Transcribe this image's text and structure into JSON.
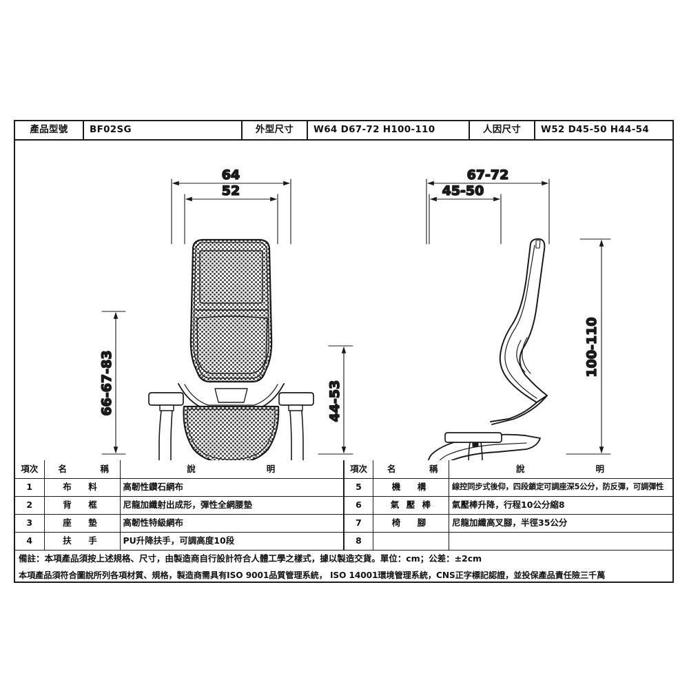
{
  "header": {
    "model_label": "產品型號",
    "model_value": "BF02SG",
    "exterior_label": "外型尺寸",
    "exterior_value": "W64 D67-72 H100-110",
    "ergonomic_label": "人因尺寸",
    "ergonomic_value": "W52 D45-50 H44-54"
  },
  "drawing": {
    "front_view": {
      "name": "front-view-chair",
      "dim_overall_width": "64",
      "dim_seat_width": "52",
      "dim_back_height": "66-67-83",
      "dim_seat_height": "44-53"
    },
    "side_view": {
      "name": "side-view-chair",
      "dim_overall_depth": "67-72",
      "dim_seat_depth": "45-50",
      "dim_total_height": "100-110"
    }
  },
  "spec_left": {
    "headers": {
      "index": "項次",
      "name": "名　稱",
      "desc": "說　　明"
    },
    "rows": [
      {
        "index": "1",
        "name": "布　料",
        "desc": "高韌性鑽石網布"
      },
      {
        "index": "2",
        "name": "背　框",
        "desc": "尼龍加纖射出成形，彈性全網腰墊"
      },
      {
        "index": "3",
        "name": "座　墊",
        "desc": "高韌性特級網布"
      },
      {
        "index": "4",
        "name": "扶　手",
        "desc": "PU升降扶手，可調高度10段"
      }
    ]
  },
  "spec_right": {
    "headers": {
      "index": "項次",
      "name": "名　稱",
      "desc": "說　　明"
    },
    "rows": [
      {
        "index": "5",
        "name": "機　構",
        "desc": "線控同步式後仰，四段鎖定可調座深5公分，防反彈，可調彈性"
      },
      {
        "index": "6",
        "name": "氣 壓 棒",
        "desc": "氣壓棒升降，行程10公分縮8"
      },
      {
        "index": "7",
        "name": "椅　腳",
        "desc": "尼龍加纖高叉腳，半徑35公分"
      },
      {
        "index": "8",
        "name": "",
        "desc": ""
      }
    ]
  },
  "notes": {
    "line1": "備註：本項產品須按上述規格、尺寸，由製造商自行設計符合人體工學之樣式，據以製造交貨。單位：cm；公差：±2cm",
    "line2": "本項產品須符合圖說所列各項材質、規格，製造商需具有ISO 9001品質管理系統， ISO 14001環境管理系統，CNS正字標記認證，並投保產品責任險三千萬"
  },
  "colors": {
    "line": "#1a1a1a",
    "background": "#ffffff",
    "mesh": "#3a3a3a"
  }
}
